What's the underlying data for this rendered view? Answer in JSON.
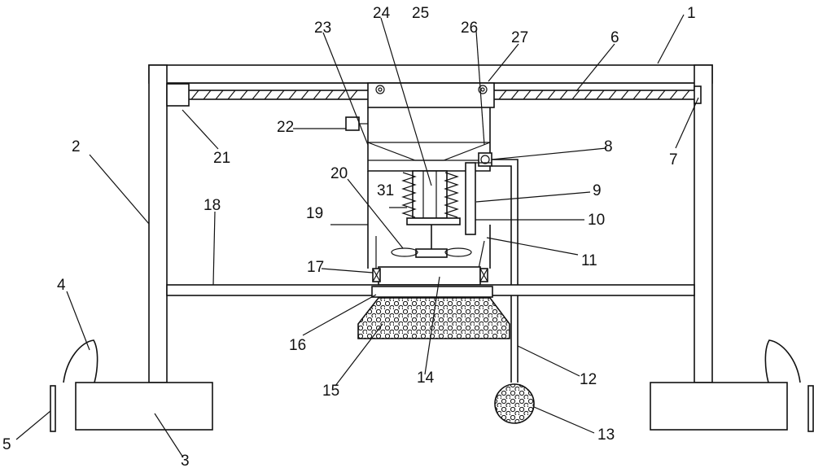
{
  "labels": {
    "l1": "1",
    "l2": "2",
    "l3": "3",
    "l4": "4",
    "l5": "5",
    "l6": "6",
    "l7": "7",
    "l8": "8",
    "l9": "9",
    "l10": "10",
    "l11": "11",
    "l12": "12",
    "l13": "13",
    "l14": "14",
    "l15": "15",
    "l16": "16",
    "l17": "17",
    "l18": "18",
    "l19": "19",
    "l20": "20",
    "l21": "21",
    "l22": "22",
    "l23": "23",
    "l24": "24",
    "l25": "25",
    "l26": "26",
    "l27": "27",
    "l31": "31"
  }
}
